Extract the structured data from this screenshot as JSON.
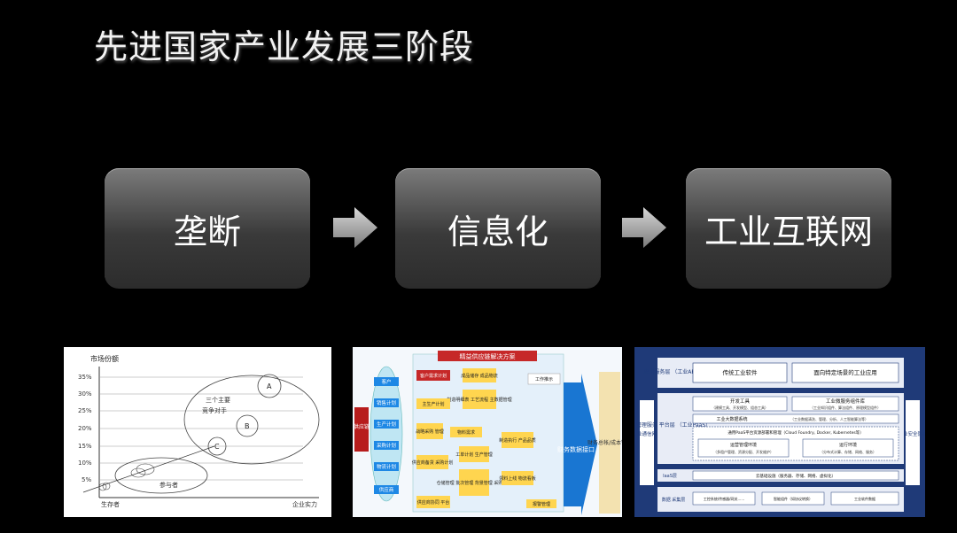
{
  "title": "先进国家产业发展三阶段",
  "stages": [
    "垄断",
    "信息化",
    "工业互联网"
  ],
  "chart1": {
    "ylabel": "市场份额",
    "xlabel": "企业实力",
    "origin_label": "生存者",
    "yticks": [
      "35%",
      "30%",
      "25%",
      "20%",
      "15%",
      "10%",
      "5%"
    ],
    "circle_a": "A",
    "circle_b": "B",
    "circle_c": "C",
    "bubble_text_1": "三个主要",
    "bubble_text_2": "竞争对手",
    "participant": "参与者"
  },
  "chart2": {
    "header": "精益供应链解决方案",
    "side_label": "供应链",
    "left_nodes": [
      "客户",
      "销售计划",
      "生产计划",
      "采购计划",
      "物流计划",
      "供应商"
    ],
    "boxes": [
      "客户需求计划",
      "成品储存\n成品物流",
      "工作推示",
      "制造明细表\n工艺流程\n主数据管理",
      "主生产计划",
      "战略采购\n管理",
      "物料需求",
      "制造执行\n产品品质",
      "工单计划\n生产管理",
      "供应商备货\n采购计划",
      "仓储管理\n批次管理\n背景管理\n采购看板",
      "领料上线\n物流看板",
      "供应商协同\n平台",
      "报警管理"
    ],
    "blue_arrow": "财务数据接口",
    "right_block": "财务总帐/成本管理"
  },
  "chart3": {
    "rows": [
      {
        "label": "应用服务层\n（工业APP）",
        "items": [
          "传统工业软件",
          "面向特定场景的工业应用"
        ]
      },
      {
        "label": "管理服务\n平台层\n（工业PaaS）",
        "items": [
          "开发工具",
          "工业微服务组件库"
        ]
      }
    ],
    "dev_tools_desc": "（建模工具、开发模型、组态工具）",
    "micro_desc": "（工业知识组件、算法组件、原理模型组件）",
    "bigdata": "工业大数据系统",
    "bigdata_desc": "（工业数据清洗、管理、分析、人工智能算法等）",
    "paas": "通用PaaS平台资源部署和管理（Cloud Foundry, Docker, Kubernetes等）",
    "ops": "运营管理环境",
    "ops_desc": "（多租户管理、资源分配、开发维护）",
    "run": "运行环境",
    "run_desc": "（分布式计算、存储、网络、服务）",
    "iaas_label": "IaaS层",
    "iaas": "云基础设施（服务器、存储、网络、虚拟化）",
    "data_label": "数据\n采集层",
    "data_items": [
      "工控系统/传感器/网关......",
      "智能组件（如协议转换）",
      "工业软件数据"
    ],
    "left_side": "工业通信网络",
    "right_side": "工业安全防护"
  }
}
